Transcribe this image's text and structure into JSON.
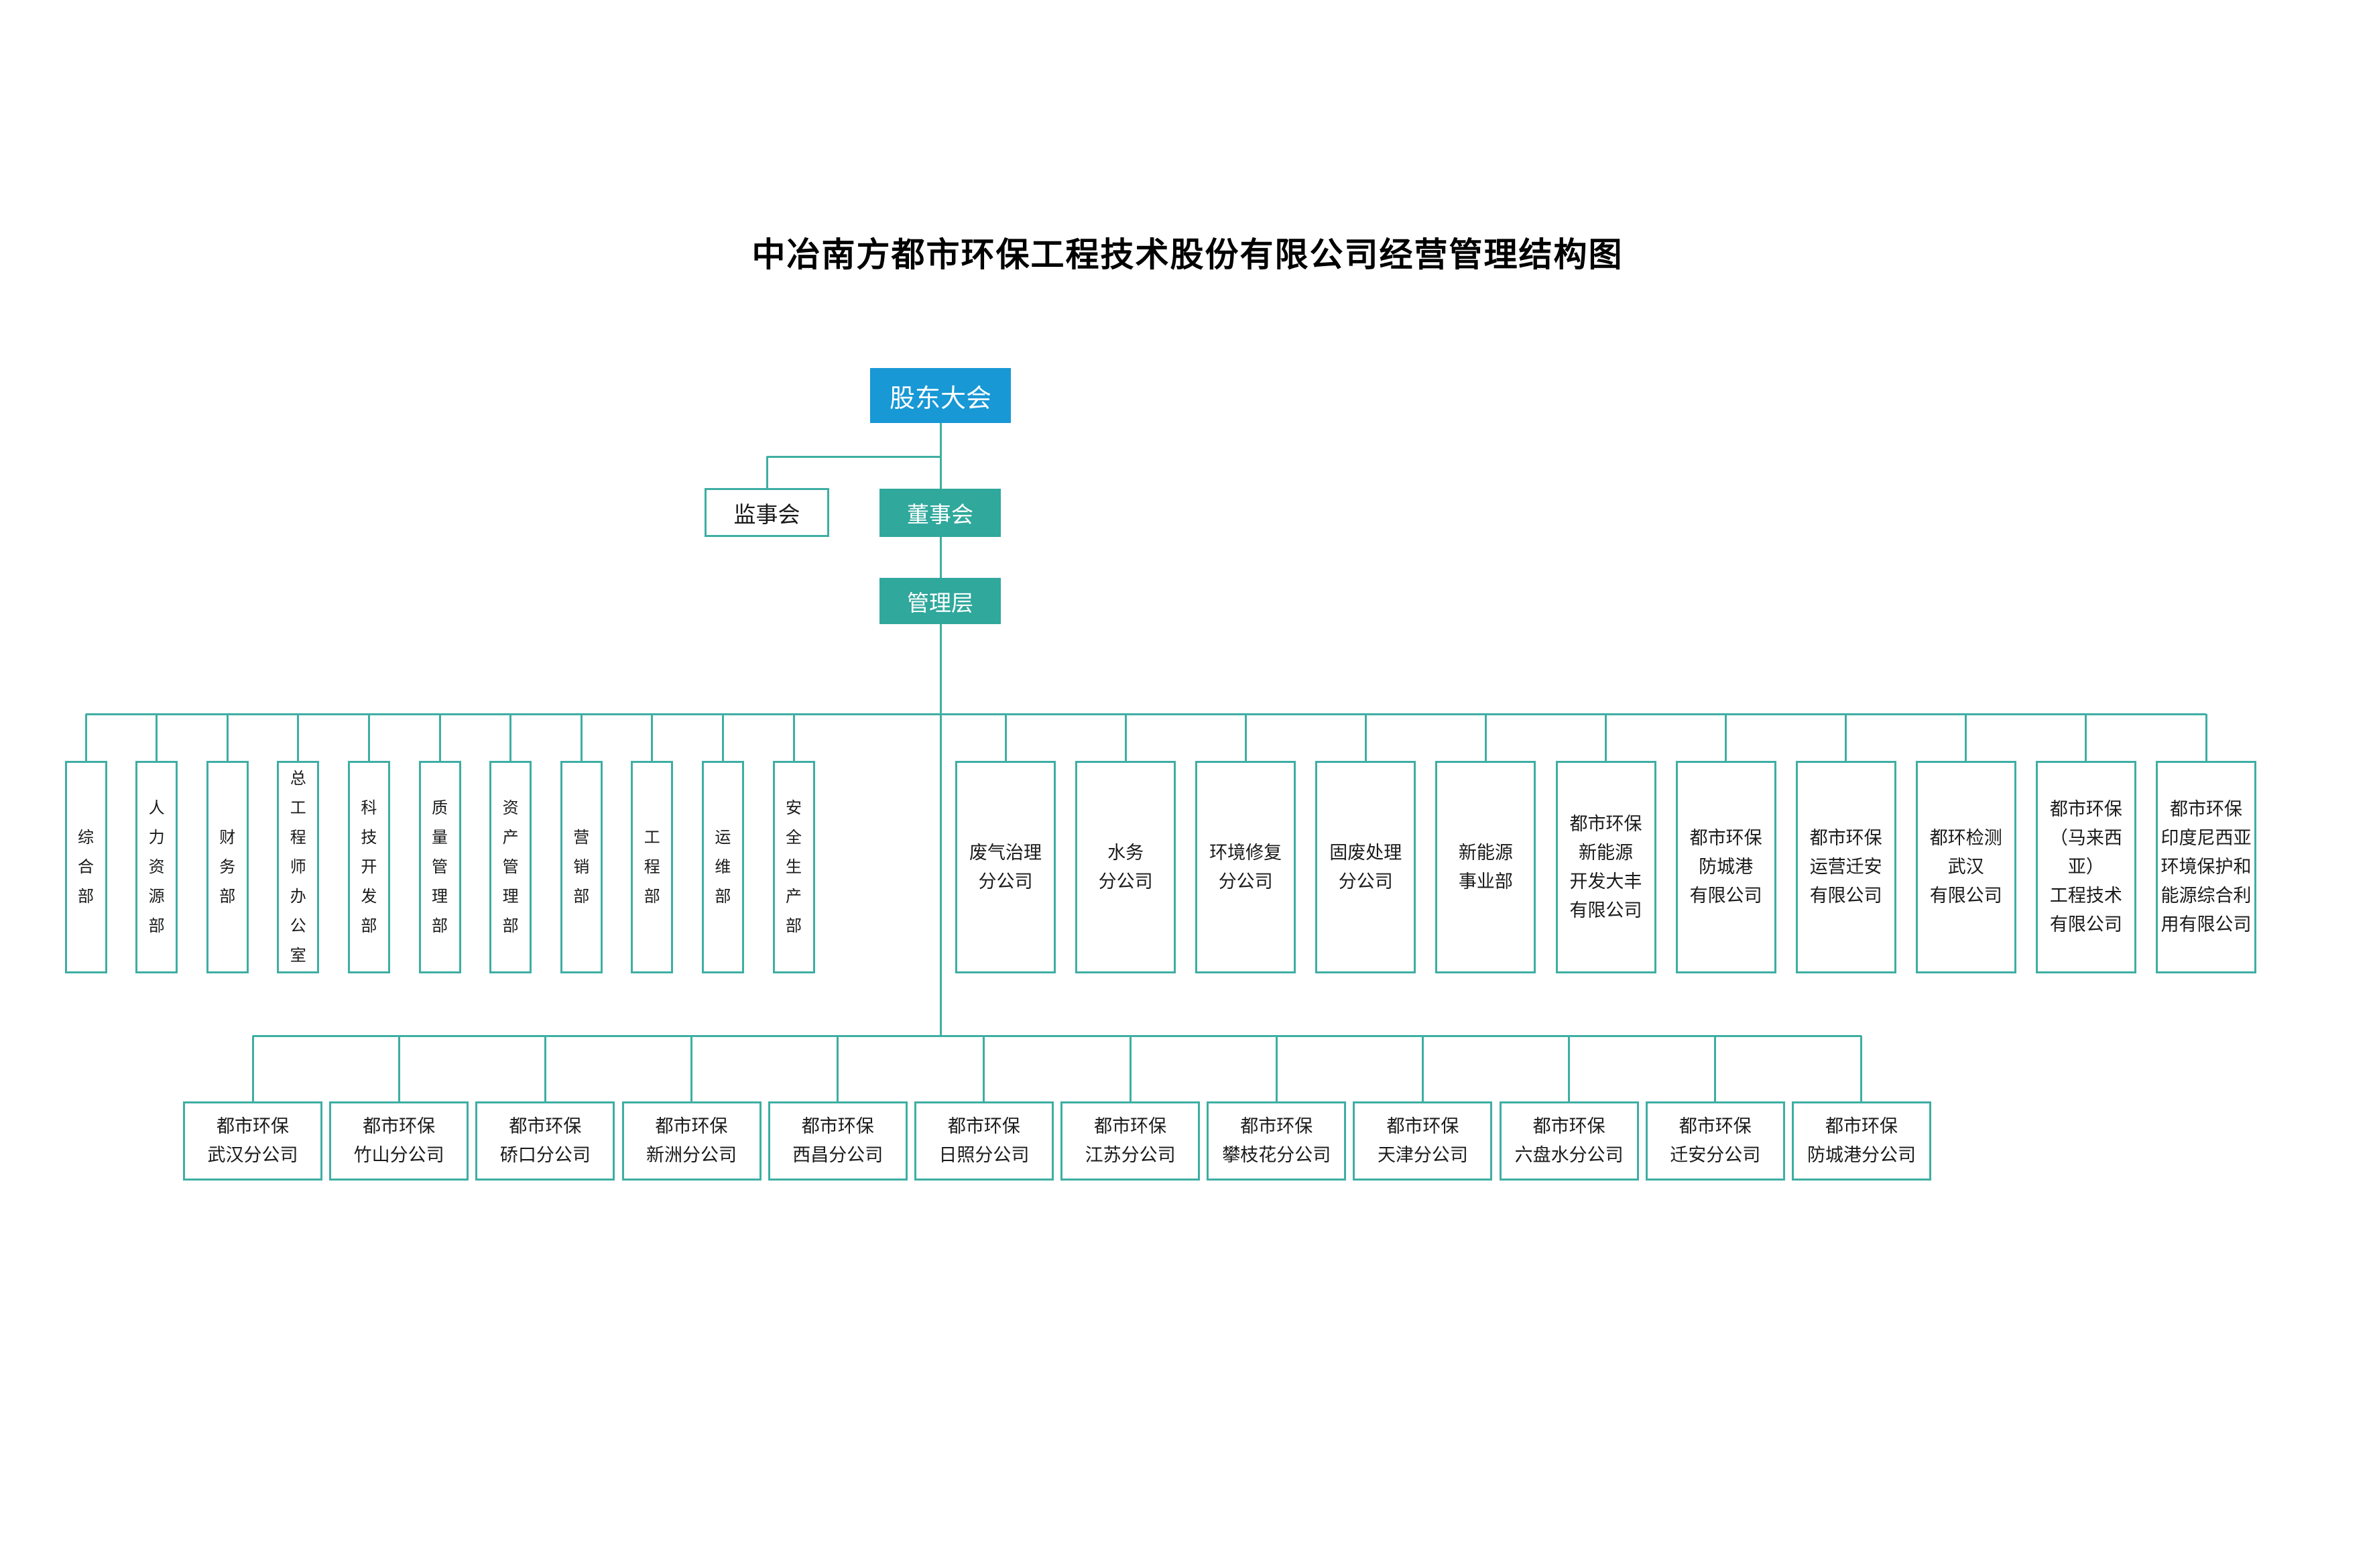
{
  "page": {
    "title": "中冶南方都市环保工程技术股份有限公司经营管理结构图"
  },
  "colors": {
    "accent_blue": "#1898D5",
    "accent_teal": "#30A89C",
    "line_teal": "#3EAEA3",
    "text_dark": "#1A1A1A",
    "text_light": "#FFFFFF"
  },
  "hierarchy": {
    "shareholders": {
      "label": "股东大会"
    },
    "supervisory": {
      "label": "监事会"
    },
    "board": {
      "label": "董事会"
    },
    "management": {
      "label": "管理层"
    }
  },
  "departments": [
    "综合部",
    "人力资源部",
    "财务部",
    "总工程师办公室",
    "科技开发部",
    "质量管理部",
    "资产管理部",
    "营销部",
    "工程部",
    "运维部",
    "安全生产部"
  ],
  "divisions": [
    "废气治理\n分公司",
    "水务\n分公司",
    "环境修复\n分公司",
    "固废处理\n分公司",
    "新能源\n事业部",
    "都市环保\n新能源\n开发大丰\n有限公司",
    "都市环保\n防城港\n有限公司",
    "都市环保\n运营迁安\n有限公司",
    "都环检测\n武汉\n有限公司",
    "都市环保\n（马来西亚）\n工程技术\n有限公司",
    "都市环保\n印度尼西亚\n环境保护和\n能源综合利\n用有限公司"
  ],
  "branches": [
    "都市环保\n武汉分公司",
    "都市环保\n竹山分公司",
    "都市环保\n硚口分公司",
    "都市环保\n新洲分公司",
    "都市环保\n西昌分公司",
    "都市环保\n日照分公司",
    "都市环保\n江苏分公司",
    "都市环保\n攀枝花分公司",
    "都市环保\n天津分公司",
    "都市环保\n六盘水分公司",
    "都市环保\n迁安分公司",
    "都市环保\n防城港分公司"
  ]
}
